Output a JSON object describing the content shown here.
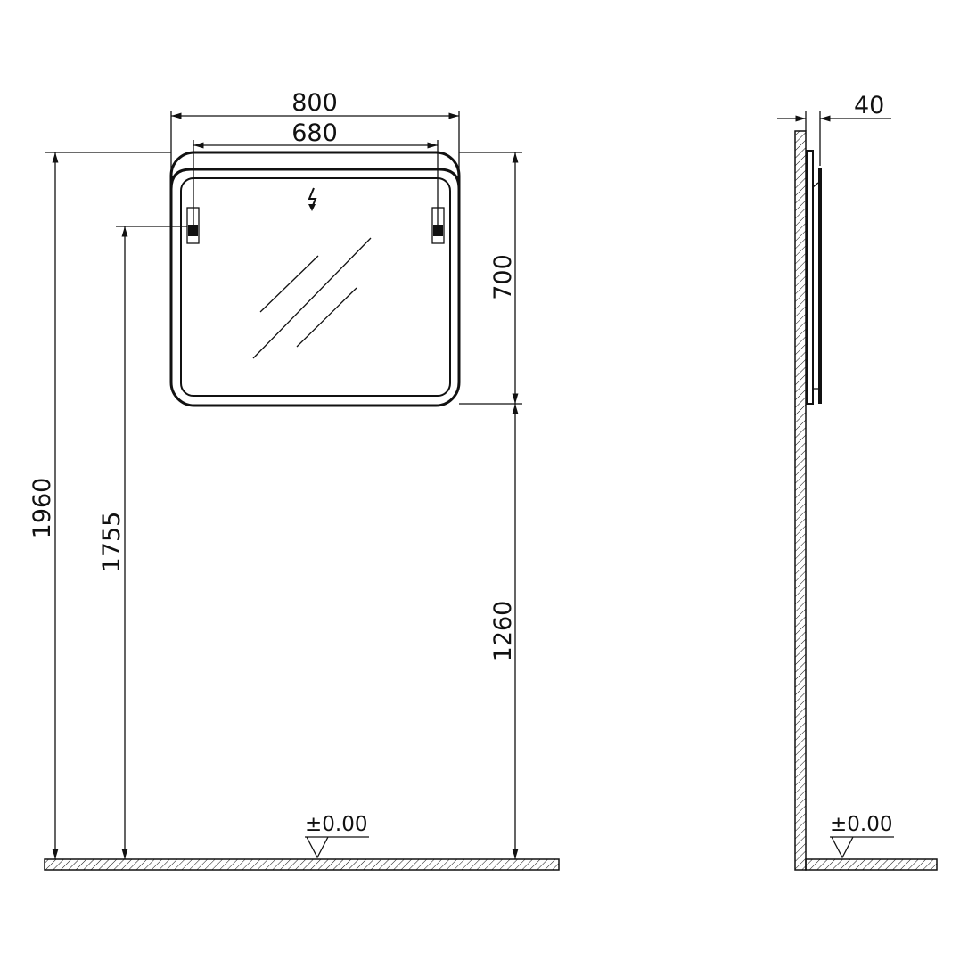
{
  "front_view": {
    "width_overall": "800",
    "width_mounting": "680",
    "height_mirror": "700",
    "height_top": "1960",
    "height_mounting": "1755",
    "height_bottom": "1260",
    "floor_level": "±0.00"
  },
  "side_view": {
    "depth": "40",
    "floor_level": "±0.00"
  },
  "line_color": "#111111"
}
